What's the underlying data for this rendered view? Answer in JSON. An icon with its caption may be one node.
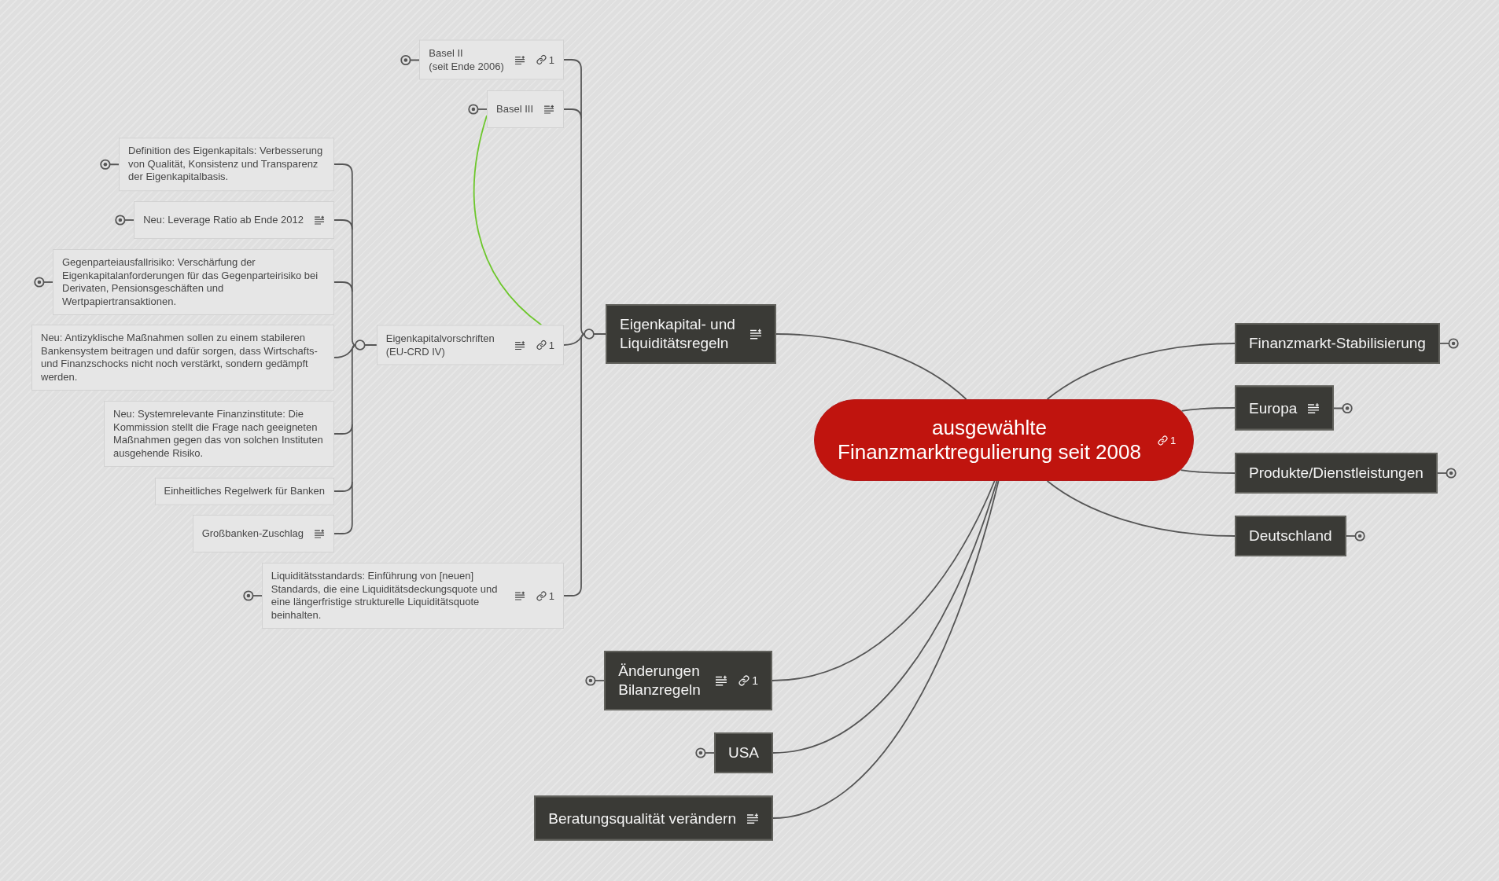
{
  "diagram": {
    "nodes": [
      {
        "text": [
          "ausgewählte Finanzmarktregulierung seit 2008",
          "1"
        ]
      },
      {
        "text": [
          "Eigenkapital- und Liquiditätsregeln"
        ]
      },
      {
        "text": [
          "Basel II",
          "(seit Ende 2006)",
          "1"
        ]
      },
      {
        "text": [
          "Basel III"
        ]
      },
      {
        "text": [
          "Eigenkapitalvorschriften (EU-CRD IV)",
          "1"
        ]
      },
      {
        "text": [
          "Definition des Eigenkapitals: Verbesserung von Qualität, Konsistenz und Transparenz der Eigenkapitalbasis."
        ]
      },
      {
        "text": [
          "Neu: Leverage Ratio ab Ende 2012"
        ]
      },
      {
        "text": [
          "Gegenparteiausfallrisiko: Verschärfung der Eigenkapitalanforderungen für das Gegenparteirisiko bei Derivaten, Pensionsgeschäften und Wertpapiertransaktionen."
        ]
      },
      {
        "text": [
          "Neu: Antizyklische Maßnahmen sollen zu einem stabileren Bankensystem beitragen und dafür sorgen, dass Wirtschafts- und Finanzschocks nicht noch verstärkt, sondern gedämpft werden."
        ]
      },
      {
        "text": [
          "Neu: Systemrelevante Finanzinstitute: Die Kommission stellt die Frage nach geeigneten Maßnahmen gegen das von solchen Instituten ausgehende Risiko."
        ]
      },
      {
        "text": [
          "Einheitliches Regelwerk für Banken"
        ]
      },
      {
        "text": [
          "Großbanken-Zuschlag"
        ]
      },
      {
        "text": [
          "Liquiditätsstandards: Einführung von [neuen] Standards, die eine Liquiditätsdeckungsquote und eine längerfristige strukturelle Liquiditätsquote beinhalten.",
          "1"
        ]
      },
      {
        "text": [
          "Finanzmarkt-Stabilisierung"
        ]
      },
      {
        "text": [
          "Europa"
        ]
      },
      {
        "text": [
          "Produkte/Dienstleistungen"
        ]
      },
      {
        "text": [
          "Deutschland"
        ]
      },
      {
        "text": [
          "Änderungen Bilanzregeln",
          "1"
        ]
      },
      {
        "text": [
          "USA"
        ]
      },
      {
        "text": [
          "Beratungsqualität verändern"
        ]
      }
    ],
    "edges": [
      {
        "from": 0,
        "to": 1,
        "arrow": "none"
      },
      {
        "from": 0,
        "to": 13,
        "arrow": "none"
      },
      {
        "from": 0,
        "to": 14,
        "arrow": "none"
      },
      {
        "from": 0,
        "to": 15,
        "arrow": "none"
      },
      {
        "from": 0,
        "to": 16,
        "arrow": "none"
      },
      {
        "from": 0,
        "to": 17,
        "arrow": "none"
      },
      {
        "from": 0,
        "to": 18,
        "arrow": "none"
      },
      {
        "from": 0,
        "to": 19,
        "arrow": "none"
      },
      {
        "from": 1,
        "to": 2,
        "arrow": "none"
      },
      {
        "from": 1,
        "to": 3,
        "arrow": "none"
      },
      {
        "from": 1,
        "to": 4,
        "arrow": "none"
      },
      {
        "from": 1,
        "to": 12,
        "arrow": "none"
      },
      {
        "from": 4,
        "to": 5,
        "arrow": "none"
      },
      {
        "from": 4,
        "to": 6,
        "arrow": "none"
      },
      {
        "from": 4,
        "to": 7,
        "arrow": "none"
      },
      {
        "from": 4,
        "to": 8,
        "arrow": "none"
      },
      {
        "from": 4,
        "to": 9,
        "arrow": "none"
      },
      {
        "from": 4,
        "to": 10,
        "arrow": "none"
      },
      {
        "from": 4,
        "to": 11,
        "arrow": "none"
      },
      {
        "from": 3,
        "to": 4,
        "arrow": "none",
        "color": "#6dc72c"
      }
    ]
  }
}
